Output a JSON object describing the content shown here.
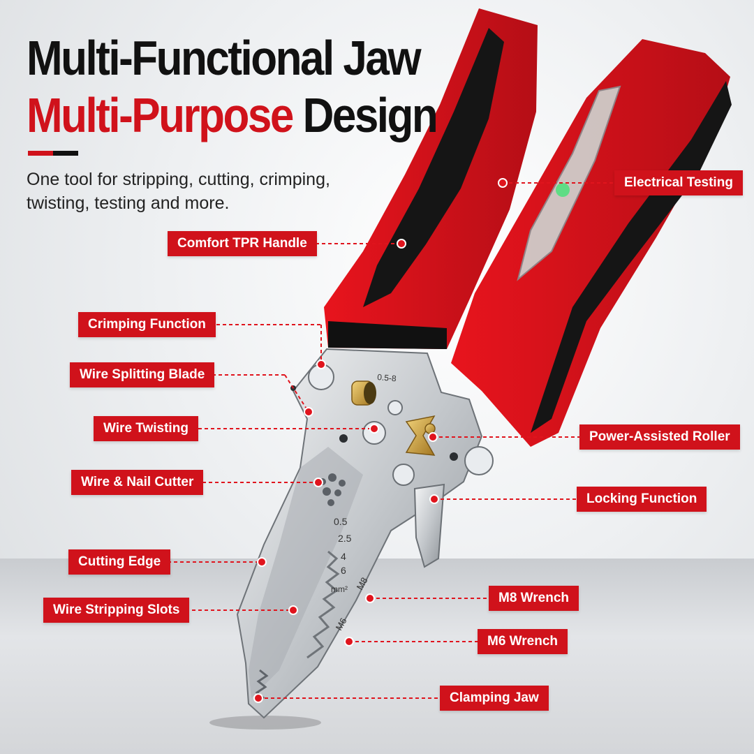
{
  "title_line1": "Multi-Functional Jaw",
  "title_line2_red": "Multi-Purpose",
  "title_line2_dark": "Design",
  "subtitle": "One tool for stripping, cutting, crimping, twisting, testing and more.",
  "colors": {
    "brand_red": "#d0121b",
    "dark": "#111111",
    "label_text": "#ffffff"
  },
  "callouts": {
    "comfort_handle": "Comfort TPR Handle",
    "electrical_testing": "Electrical Testing",
    "crimping_function": "Crimping Function",
    "wire_splitting_blade": "Wire Splitting Blade",
    "wire_twisting": "Wire Twisting",
    "power_assisted_roller": "Power-Assisted Roller",
    "wire_nail_cutter": "Wire & Nail Cutter",
    "locking_function": "Locking Function",
    "cutting_edge": "Cutting Edge",
    "wire_stripping_slots": "Wire Stripping Slots",
    "m8_wrench": "M8 Wrench",
    "m6_wrench": "M6 Wrench",
    "clamping_jaw": "Clamping Jaw"
  },
  "tool_markings": {
    "crimp_range": "0.5-8",
    "gauge_1": "0.5",
    "gauge_2": "2.5",
    "gauge_3": "4",
    "gauge_4": "6",
    "gauge_unit": "mm²",
    "m8": "M8",
    "m6": "M6"
  }
}
